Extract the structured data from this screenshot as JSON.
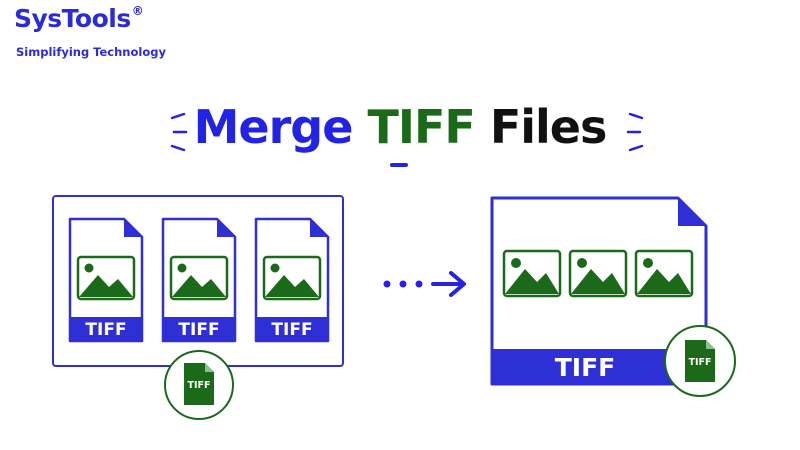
{
  "logo": {
    "name": "SysTools",
    "registered": "®",
    "tagline": "Simplifying Technology"
  },
  "title": {
    "part1": "Merge",
    "part2": "TIFF",
    "part3": "Files"
  },
  "source_files": [
    {
      "label": "TIFF"
    },
    {
      "label": "TIFF"
    },
    {
      "label": "TIFF"
    }
  ],
  "result_file": {
    "label": "TIFF"
  },
  "badges": [
    {
      "label": "TIFF"
    },
    {
      "label": "TIFF"
    }
  ],
  "colors": {
    "brand_blue": "#2323e6",
    "brand_green": "#1a6a1a",
    "text_dark": "#111111"
  },
  "icons": [
    "image-icon",
    "tiff-file-icon",
    "arrow-right-icon",
    "doc-fold-icon"
  ]
}
